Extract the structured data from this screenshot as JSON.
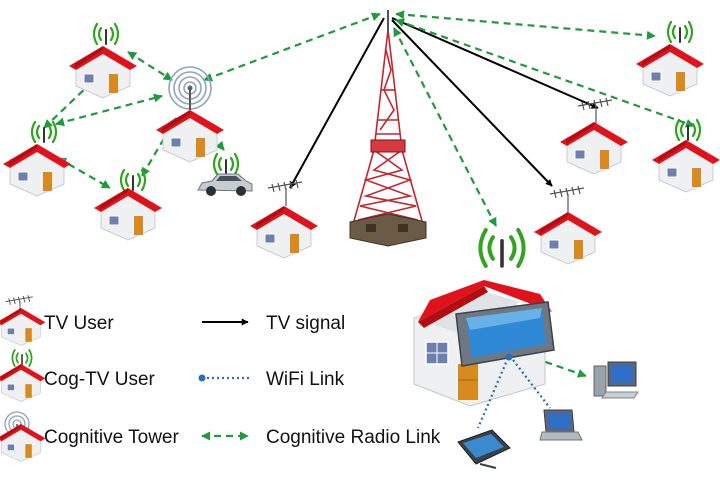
{
  "legend": {
    "tv_user": "TV User",
    "cog_tv_user": "Cog-TV User",
    "cognitive_tower": "Cognitive Tower",
    "tv_signal": "TV signal",
    "wifi_link": "WiFi Link",
    "cognitive_radio_link": "Cognitive Radio Link"
  },
  "colors": {
    "roof": "#e0121a",
    "wall": "#eef0f2",
    "door": "#d98a1f",
    "window": "#6d7fae",
    "tower": "#c4262e",
    "tv_signal": "#000000",
    "wifi_link": "#2a6fbe",
    "cognitive_radio_link": "#1f9a3c",
    "radio_wave": "#2ea51c"
  },
  "icons": [
    "house-icon",
    "tv-antenna-icon",
    "radio-wave-icon",
    "transmission-tower-icon",
    "cognitive-tower-icon",
    "car-icon",
    "tv-screen-icon",
    "desktop-computer-icon",
    "laptop-icon",
    "tablet-icon"
  ]
}
